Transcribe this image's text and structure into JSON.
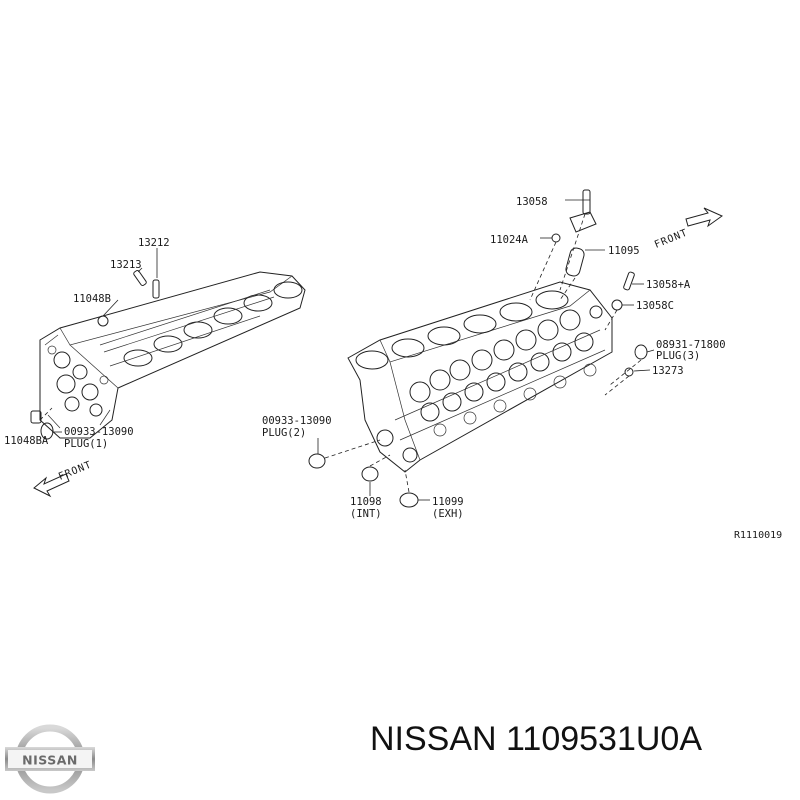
{
  "diagram": {
    "left_head_labels": {
      "part_13212": "13212",
      "part_13213": "13213",
      "part_11048B": "11048B",
      "part_11048BA": "11048BA",
      "plug1_number": "00933-13090",
      "plug1_name": "PLUG(1)",
      "front": "FRONT"
    },
    "right_head_labels": {
      "part_13058": "13058",
      "part_11024A": "11024A",
      "part_11095": "11095",
      "part_13058A": "13058+A",
      "part_13058C": "13058C",
      "plug3_number": "08931-71800",
      "plug3_name": "PLUG(3)",
      "part_13273": "13273",
      "plug2_number": "00933-13090",
      "plug2_name": "PLUG(2)",
      "part_11098": "11098",
      "part_11098_note": "(INT)",
      "part_11099": "11099",
      "part_11099_note": "(EXH)",
      "front": "FRONT"
    },
    "reference_code": "R1110019"
  },
  "footer": {
    "brand_logo": "NISSAN",
    "part_title": "NISSAN 1109531U0A"
  }
}
